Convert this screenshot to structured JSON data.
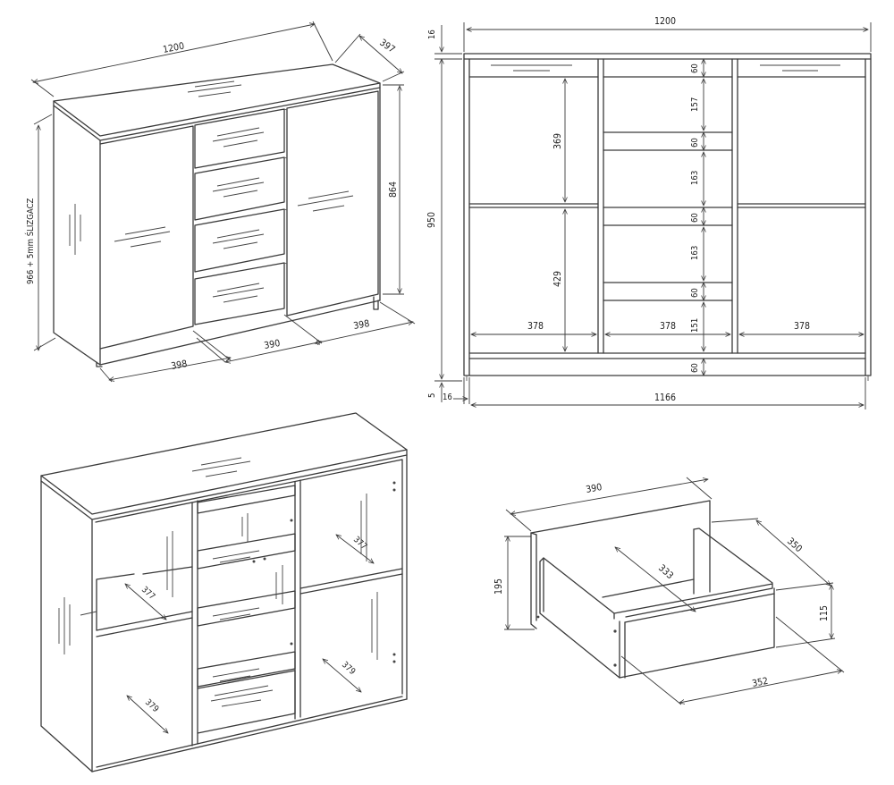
{
  "iso_front": {
    "width": "1200",
    "depth": "397",
    "height": "864",
    "total_height": "966 + 5mm ŚLIZGACZ",
    "left_door": "398",
    "middle": "390",
    "right_door": "398"
  },
  "front_view": {
    "top_offset": "16",
    "width": "1200",
    "height": "950",
    "bottom_gap": "5",
    "bottom_offset": "16",
    "inner_width": "1166",
    "upper_compartment": "369",
    "lower_compartment": "429",
    "column_widths": [
      "378",
      "378",
      "378"
    ],
    "middle_stack": [
      "60",
      "157",
      "60",
      "163",
      "60",
      "163",
      "60",
      "151",
      "60"
    ]
  },
  "iso_open": {
    "depth_top_left": "377",
    "depth_top_right": "377",
    "depth_bottom_left": "379",
    "depth_bottom_right": "379"
  },
  "drawer": {
    "front_width": "390",
    "depth": "350",
    "front_height": "195",
    "inner_depth": "333",
    "box_height": "115",
    "box_width": "352"
  }
}
